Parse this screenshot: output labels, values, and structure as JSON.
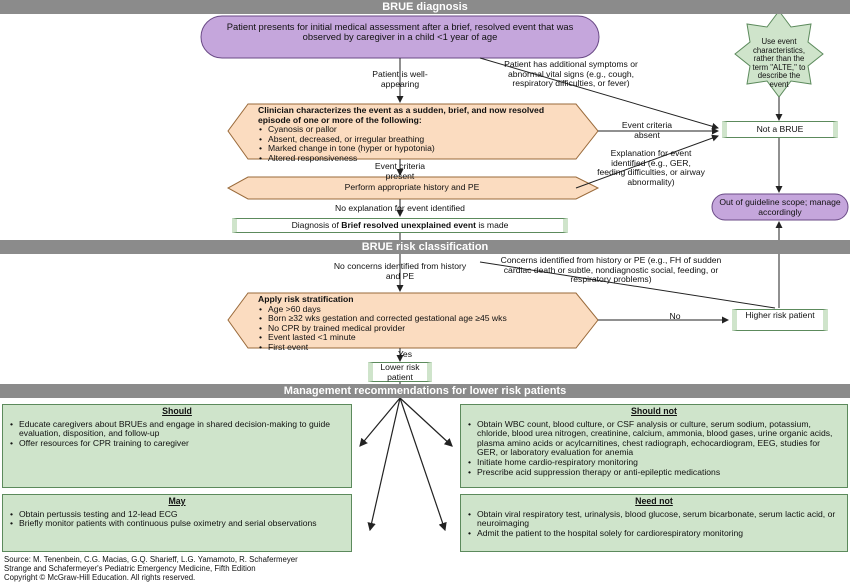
{
  "sections": {
    "diagnosis": "BRUE diagnosis",
    "risk": "BRUE risk classification",
    "management": "Management recommendations for lower risk patients"
  },
  "nodes": {
    "start": "Patient presents for initial medical assessment after a brief, resolved event that was observed by caregiver in a child <1 year of age",
    "star": "Use event characteristics, rather than the term \"ALTE,\" to describe the event",
    "characterize_title": "Clinician characterizes the event as a sudden, brief, and now resolved episode of one or more of the following:",
    "characterize_items": [
      "Cyanosis or pallor",
      "Absent, decreased, or irregular breathing",
      "Marked change in tone (hyper or hypotonia)",
      "Altered responsiveness"
    ],
    "not_brue": "Not a BRUE",
    "history_pe": "Perform appropriate history and PE",
    "out_scope": "Out of guideline scope; manage accordingly",
    "diagnosis_pre": "Diagnosis of ",
    "diagnosis_bold": "Brief resolved unexplained event",
    "diagnosis_post": " is made",
    "risk_title": "Apply risk stratification",
    "risk_items": [
      "Age >60 days",
      "Born ≥32 wks gestation and corrected gestational age ≥45 wks",
      "No CPR by trained medical provider",
      "Event lasted <1 minute",
      "First event"
    ],
    "higher_risk": "Higher risk patient",
    "lower_risk": "Lower risk patient"
  },
  "edges": {
    "well_appearing": "Patient is well-appearing",
    "additional_symptoms": "Patient has additional symptoms or abnormal vital signs (e.g., cough, respiratory difficulties, or fever)",
    "criteria_absent": "Event criteria absent",
    "criteria_present": "Event criteria present",
    "explanation_identified": "Explanation for event identified (e.g., GER, feeding difficulties, or airway abnormality)",
    "no_explanation": "No explanation for event identified",
    "no_concerns": "No concerns identified from history and PE",
    "concerns": "Concerns identified from history or PE (e.g., FH of sudden cardiac death or subtle, nondiagnostic social, feeding, or respiratory problems)",
    "no": "No",
    "yes": "Yes"
  },
  "management": {
    "should": {
      "title": "Should",
      "items": [
        "Educate caregivers about BRUEs and engage in shared decision-making to guide evaluation, disposition, and follow-up",
        "Offer resources for CPR training to caregiver"
      ]
    },
    "should_not": {
      "title": "Should not",
      "items": [
        "Obtain WBC count, blood culture, or CSF analysis or culture, serum sodium, potassium, chloride, blood urea nitrogen, creatinine, calcium, ammonia, blood gases, urine organic acids, plasma amino acids or acylcarnitines, chest radiograph, echocardiogram, EEG, studies for GER, or laboratory evaluation for anemia",
        "Initiate home cardio-respiratory monitoring",
        "Prescribe acid suppression therapy or anti-epileptic medications"
      ]
    },
    "may": {
      "title": "May",
      "items": [
        "Obtain pertussis testing and 12-lead ECG",
        "Briefly monitor patients with continuous pulse oximetry and serial observations"
      ]
    },
    "need_not": {
      "title": "Need not",
      "items": [
        "Obtain viral respiratory test, urinalysis, blood glucose, serum bicarbonate, serum lactic acid, or neuroimaging",
        "Admit the patient to the hospital solely for cardiorespiratory monitoring"
      ]
    }
  },
  "source": [
    "Source: M. Tenenbein, C.G. Macias, G.Q. Sharieff, L.G. Yamamoto, R. Schafermeyer",
    "Strange and Schafermeyer's Pediatric Emergency Medicine, Fifth Edition",
    "Copyright © McGraw-Hill Education. All rights reserved."
  ],
  "colors": {
    "purple": "#c5a6dc",
    "peach": "#fbdcc0",
    "green": "#cfe4cb",
    "band": "#8b8b8b"
  }
}
